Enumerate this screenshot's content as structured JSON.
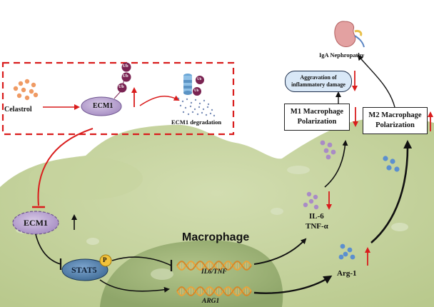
{
  "labels": {
    "celastrol": "Celastrol",
    "ecm1_top": "ECM1",
    "ecm1_degradation": "ECM1 degradation",
    "ub": "Ub",
    "ecm1_main": "ECM1",
    "stat5": "STAT5",
    "phospho": "P",
    "macrophage": "Macrophage",
    "gene_il6_tnf": "IL6/TNF",
    "gene_arg1": "ARG1",
    "il6": "IL-6",
    "tnfa": "TNF-α",
    "arg1": "Arg-1",
    "m1_line1": "M1 Macrophage",
    "m1_line2": "Polarization",
    "m2_line1": "M2 Macrophage",
    "m2_line2": "Polarization",
    "aggravation_line1": "Aggravation of",
    "aggravation_line2": "inflammatory damage",
    "iga": "IgA Nephropathy"
  },
  "icons": [
    "kidney-icon",
    "proteasome-icon",
    "ubiquitin-icon",
    "dna-helix-icon",
    "molecule-dots-icon"
  ],
  "colors": {
    "background_cell": "#c9d6a3",
    "nucleus": "#9fb37a",
    "ecm1": "#b8a3cf",
    "stat5": "#4d7aa6",
    "phospho": "#f2c23a",
    "ub": "#7a2352",
    "celastrol_dots": "#ef9a63",
    "cytokine_dots": "#a98bc6",
    "arg1_dots": "#5b8fcf",
    "up_down_arrows": "#d91c1c",
    "dna": "#e8a33a"
  }
}
